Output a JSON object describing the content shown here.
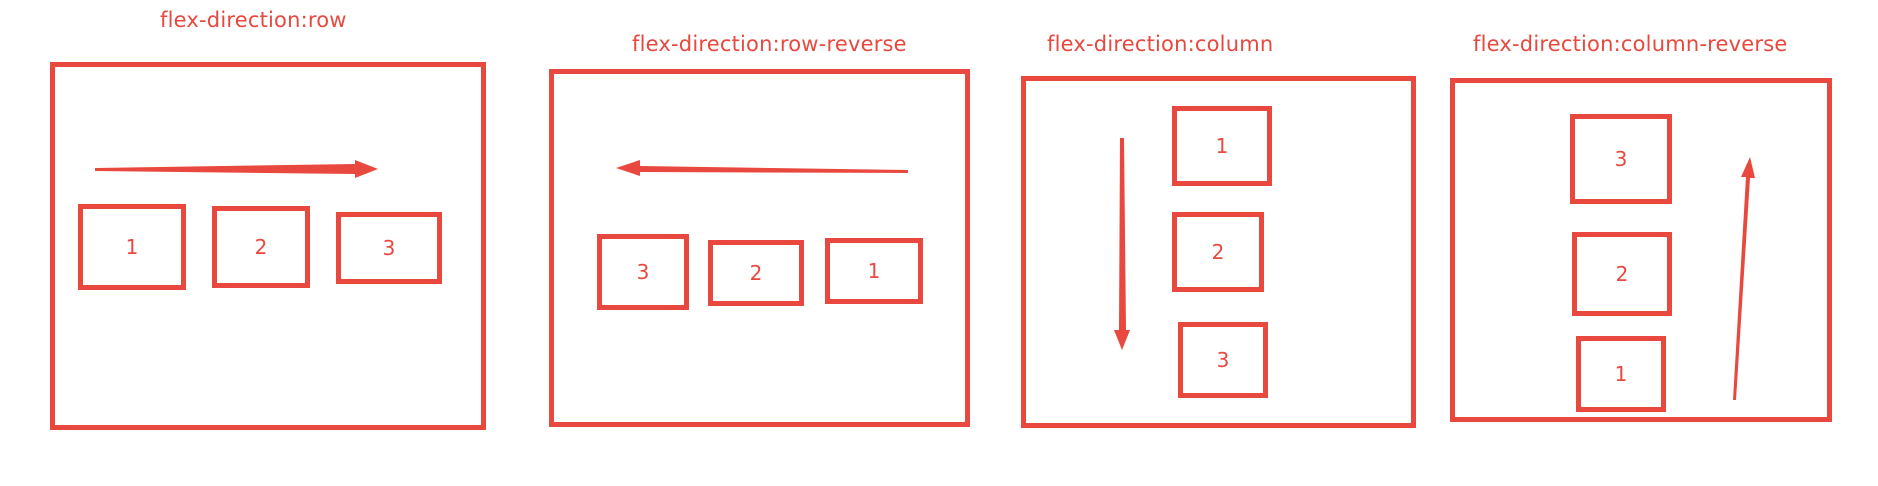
{
  "accent_color": "#e8483d",
  "panels": [
    {
      "title": "flex-direction:row",
      "items": [
        "1",
        "2",
        "3"
      ],
      "arrow_direction": "right"
    },
    {
      "title": "flex-direction:row-reverse",
      "items": [
        "3",
        "2",
        "1"
      ],
      "arrow_direction": "left"
    },
    {
      "title": "flex-direction:column",
      "items": [
        "1",
        "2",
        "3"
      ],
      "arrow_direction": "down"
    },
    {
      "title": "flex-direction:column-reverse",
      "items": [
        "3",
        "2",
        "1"
      ],
      "arrow_direction": "up"
    }
  ]
}
